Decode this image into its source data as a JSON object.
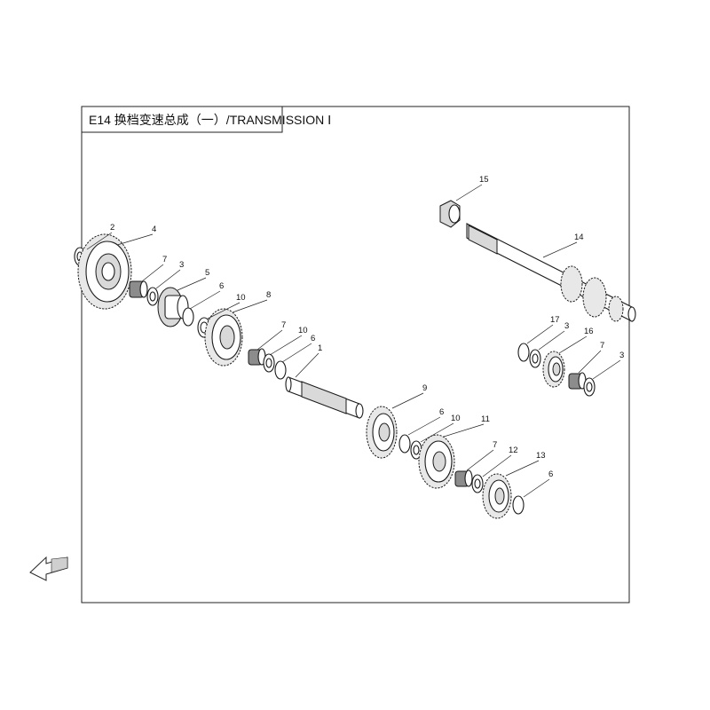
{
  "diagram": {
    "title": "E14 换档变速总成（一）/TRANSMISSION Ⅰ",
    "callouts": [
      "1",
      "2",
      "3",
      "4",
      "5",
      "6",
      "7",
      "8",
      "9",
      "10",
      "11",
      "12",
      "13",
      "14",
      "15",
      "16",
      "17"
    ],
    "labels": [
      {
        "id": "2",
        "text": "2"
      },
      {
        "id": "4",
        "text": "4"
      },
      {
        "id": "7a",
        "text": "7"
      },
      {
        "id": "3a",
        "text": "3"
      },
      {
        "id": "5",
        "text": "5"
      },
      {
        "id": "6a",
        "text": "6"
      },
      {
        "id": "10a",
        "text": "10"
      },
      {
        "id": "8",
        "text": "8"
      },
      {
        "id": "7b",
        "text": "7"
      },
      {
        "id": "10b",
        "text": "10"
      },
      {
        "id": "6b",
        "text": "6"
      },
      {
        "id": "1",
        "text": "1"
      },
      {
        "id": "9",
        "text": "9"
      },
      {
        "id": "6c",
        "text": "6"
      },
      {
        "id": "10c",
        "text": "10"
      },
      {
        "id": "11",
        "text": "11"
      },
      {
        "id": "7c",
        "text": "7"
      },
      {
        "id": "12",
        "text": "12"
      },
      {
        "id": "13",
        "text": "13"
      },
      {
        "id": "6d",
        "text": "6"
      },
      {
        "id": "15",
        "text": "15"
      },
      {
        "id": "14",
        "text": "14"
      },
      {
        "id": "17",
        "text": "17"
      },
      {
        "id": "3b",
        "text": "3"
      },
      {
        "id": "16",
        "text": "16"
      },
      {
        "id": "7d",
        "text": "7"
      },
      {
        "id": "3c",
        "text": "3"
      }
    ],
    "front_indicator": "front-arrow-icon"
  }
}
